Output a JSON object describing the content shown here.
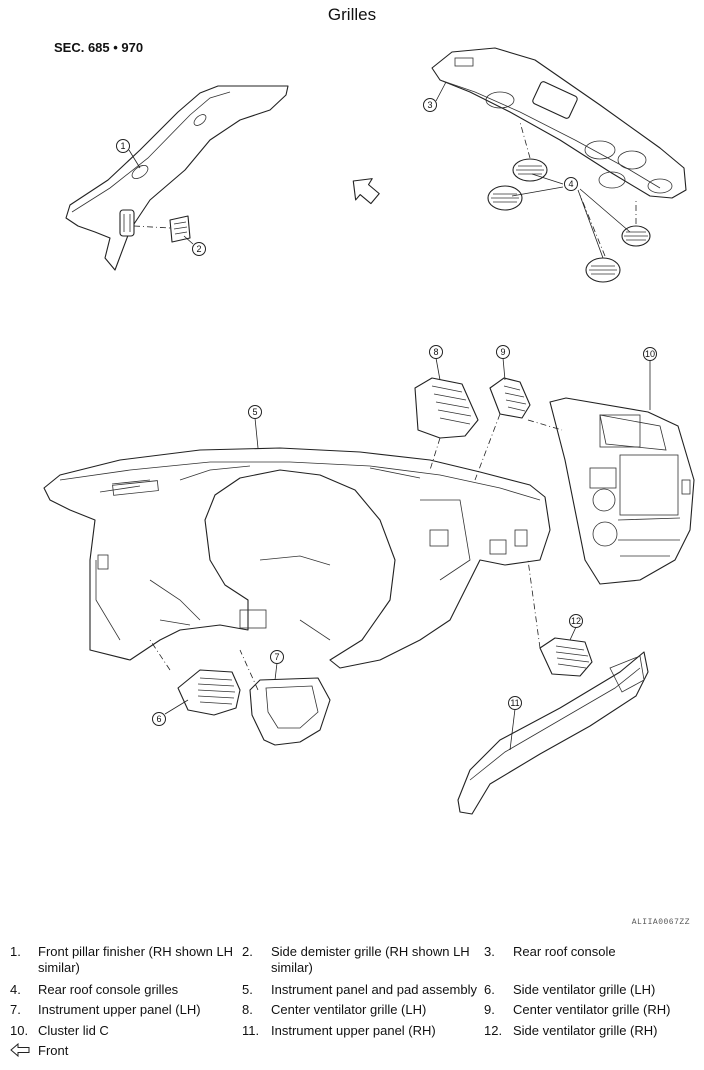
{
  "title": "Grilles",
  "section": "SEC. 685 • 970",
  "figure_code": "ALIIA0067ZZ",
  "callouts": [
    "1",
    "2",
    "3",
    "4",
    "5",
    "6",
    "7",
    "8",
    "9",
    "10",
    "11",
    "12"
  ],
  "legend": [
    {
      "num": "1.",
      "text": "Front pillar finisher (RH shown LH similar)"
    },
    {
      "num": "2.",
      "text": "Side demister grille (RH shown LH similar)"
    },
    {
      "num": "3.",
      "text": "Rear roof console"
    },
    {
      "num": "4.",
      "text": "Rear roof console grilles"
    },
    {
      "num": "5.",
      "text": "Instrument panel and pad assembly"
    },
    {
      "num": "6.",
      "text": "Side ventilator grille (LH)"
    },
    {
      "num": "7.",
      "text": "Instrument upper panel (LH)"
    },
    {
      "num": "8.",
      "text": "Center ventilator grille (LH)"
    },
    {
      "num": "9.",
      "text": "Center ventilator grille (RH)"
    },
    {
      "num": "10.",
      "text": "Cluster lid C"
    },
    {
      "num": "11.",
      "text": "Instrument upper panel (RH)"
    },
    {
      "num": "12.",
      "text": "Side ventilator grille (RH)"
    }
  ],
  "front_label": "Front",
  "icons": {
    "front": "front-arrow-icon",
    "direction": "direction-arrow-icon"
  }
}
